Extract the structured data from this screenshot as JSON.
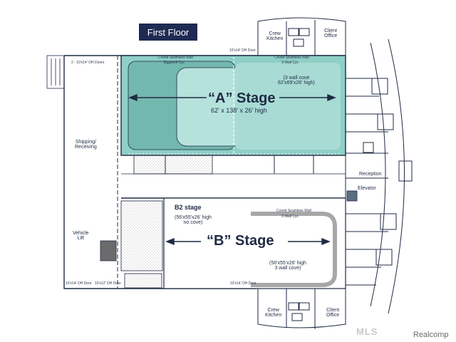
{
  "title": "First Floor",
  "labels": {
    "coved_wall_a": "Coved Seamless Wall",
    "eggshell": "Eggshell Cyc",
    "door_top": "10'x14' OH Door",
    "coved_wall_a2": "Coved Seamless Wall",
    "three_wall_top": "3-Wall Cyc",
    "a_cove_note": "(3 wall cove\n62'x69'x26' high)",
    "a_title": "“A” Stage",
    "a_dims": "62' x 138' x 26' high",
    "oh_doors_left": "2 - 10'x14' OH Doors",
    "shipping": "Shipping/\nReceiving",
    "vehicle_lift": "Vehicle\nLift",
    "b2_title": "B2 stage",
    "b2_dims": "(56'x55'x26' high\nno cove)",
    "b_title": "“B” Stage",
    "coved_wall_b": "Coved Seamless Wall",
    "three_wall_b": "3-Wall Cyc",
    "b_cove_note": "(56'x55'x26' high\n3 wall cove)",
    "door_bl1": "10'x14' OH Door",
    "door_bl2": "10'x12' OH Door",
    "door_bm": "10'x14' OH Door",
    "crew_kitchen_top": "Crew\nKitchen",
    "client_office_top": "Client\nOffice",
    "reception": "Reception",
    "elevator": "Elevator",
    "crew_kitchen_bottom": "Crew\nKitchen",
    "client_office_bottom": "Client\nOffice",
    "watermark": "MLS",
    "credit": "Realcomp"
  },
  "colors": {
    "stage_a_outer": "#8ecfc6",
    "stage_a_inner": "#b6e2dc",
    "stage_a_cyc": "#a3d6cf",
    "stage_a_overlay": "#6fb9b0",
    "wall": "#1f2a44",
    "cove_b": "#a7a7a7",
    "title_bg": "#1e2a52",
    "stipple": "#c8c8c8",
    "vehicle_lift": "#6b6b6b"
  }
}
